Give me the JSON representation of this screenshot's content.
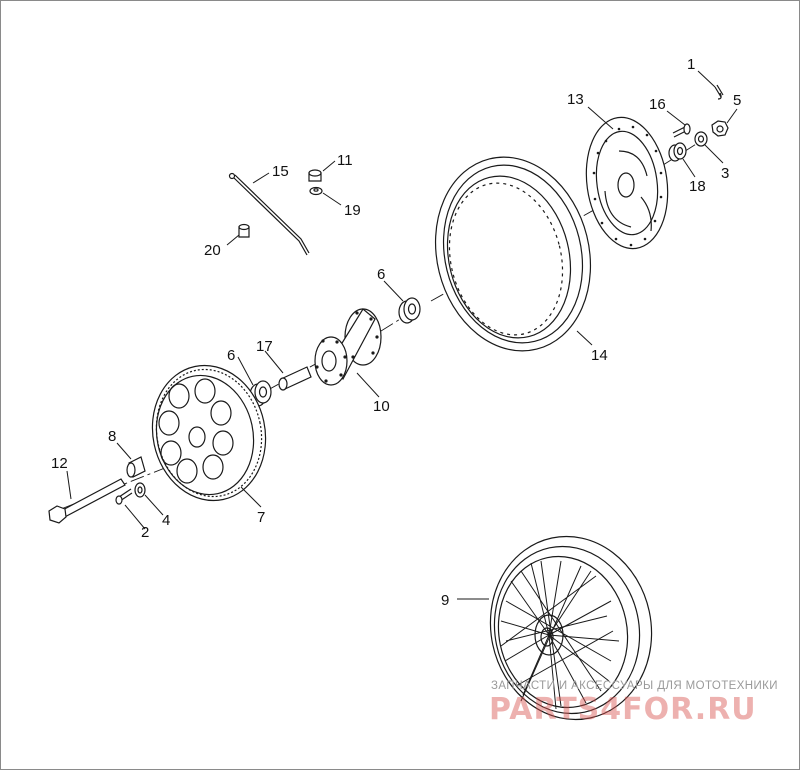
{
  "diagram": {
    "callouts": [
      {
        "id": "c1",
        "text": "1"
      },
      {
        "id": "c2",
        "text": "2"
      },
      {
        "id": "c3",
        "text": "3"
      },
      {
        "id": "c4",
        "text": "4"
      },
      {
        "id": "c5",
        "text": "5"
      },
      {
        "id": "c6a",
        "text": "6"
      },
      {
        "id": "c6b",
        "text": "6"
      },
      {
        "id": "c7",
        "text": "7"
      },
      {
        "id": "c8",
        "text": "8"
      },
      {
        "id": "c9",
        "text": "9"
      },
      {
        "id": "c10",
        "text": "10"
      },
      {
        "id": "c11",
        "text": "11"
      },
      {
        "id": "c12",
        "text": "12"
      },
      {
        "id": "c13",
        "text": "13"
      },
      {
        "id": "c14",
        "text": "14"
      },
      {
        "id": "c15",
        "text": "15"
      },
      {
        "id": "c16",
        "text": "16"
      },
      {
        "id": "c17",
        "text": "17"
      },
      {
        "id": "c18",
        "text": "18"
      },
      {
        "id": "c19",
        "text": "19"
      },
      {
        "id": "c20",
        "text": "20"
      }
    ]
  },
  "watermark": {
    "tagline": "ЗАПЧАСТИ И АКСЕССУАРЫ ДЛЯ МОТОТЕХНИКИ",
    "brand": "PARTS4FOR.RU",
    "color": "#d9534f"
  }
}
